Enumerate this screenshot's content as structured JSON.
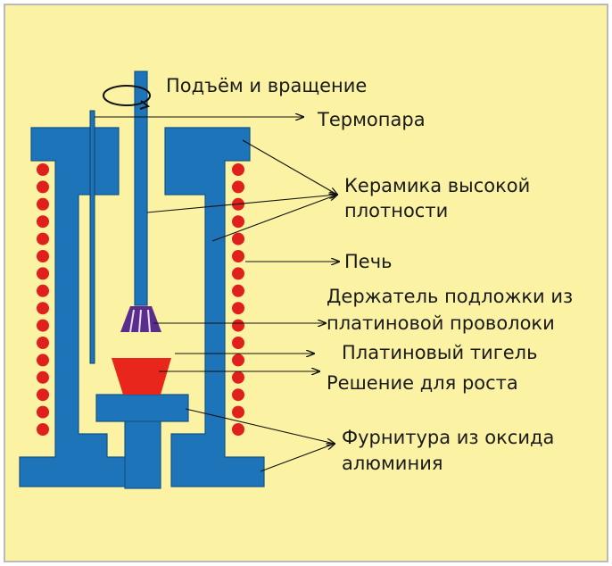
{
  "colors": {
    "background": "#fbf3a3",
    "border": "#b9b9b9",
    "ceramic": "#1e74b8",
    "ceramic_edge": "#15548a",
    "heater_dots": "#e0201c",
    "crucible": "#e8261b",
    "holder": "#5a2d8c",
    "leader_line": "#111111"
  },
  "icons": {
    "rotation": "rotation-arrow-icon"
  },
  "labels": {
    "pull_rotation": "Подъём и вращение",
    "thermocouple": "Термопара",
    "ceramic_line1": "Керамика высокой",
    "ceramic_line2": "плотности",
    "furnace": "Печь",
    "holder_line1": "Держатель подложки из",
    "holder_line2": "платиновой проволоки",
    "crucible": "Платиновый тигель",
    "solution": "Решение для роста",
    "alumina_line1": "Фурнитура из оксида",
    "alumina_line2": "алюминия"
  }
}
